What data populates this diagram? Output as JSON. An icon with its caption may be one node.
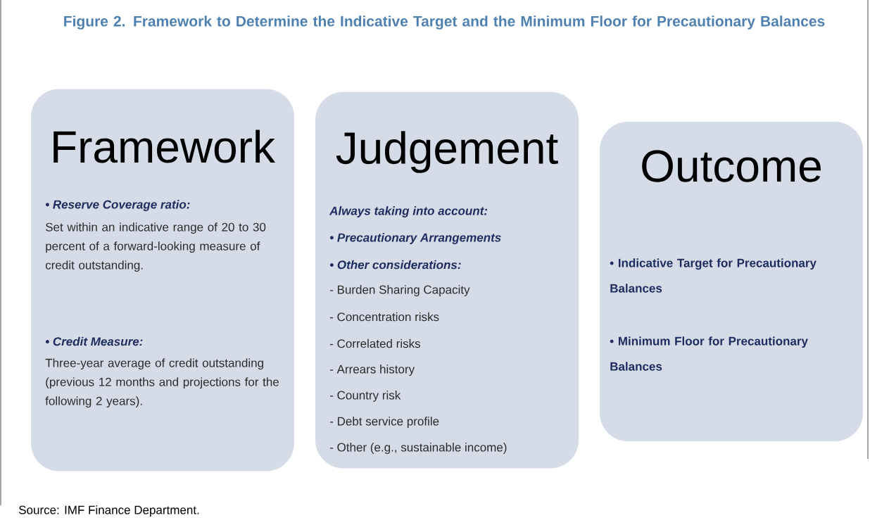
{
  "diagram": {
    "title": "Figure 2. Framework to Determine the Indicative Target and the Minimum Floor for Precautionary Balances",
    "caption": "Source: IMF Finance Department.",
    "nodes": [
      {
        "text": [
          "Framework",
          "• Reserve Coverage ratio:",
          "Set within an indicative range of 20 to 30 percent of a forward-looking measure of credit outstanding.",
          "• Credit Measure:",
          "Three-year average of credit outstanding (previous 12 months and projections for the following 2 years)."
        ]
      },
      {
        "text": [
          "Judgement",
          "Always taking into account:",
          "• Precautionary Arrangements",
          "• Other considerations:",
          "- Burden Sharing Capacity",
          "- Concentration risks",
          "- Correlated risks",
          "- Arrears history",
          "- Country risk",
          "- Debt service profile",
          "- Other (e.g., sustainable income)"
        ]
      },
      {
        "text": [
          "Outcome",
          "• Indicative Target for Precautionary Balances",
          "• Minimum Floor for Precautionary Balances"
        ]
      }
    ],
    "edges": []
  }
}
